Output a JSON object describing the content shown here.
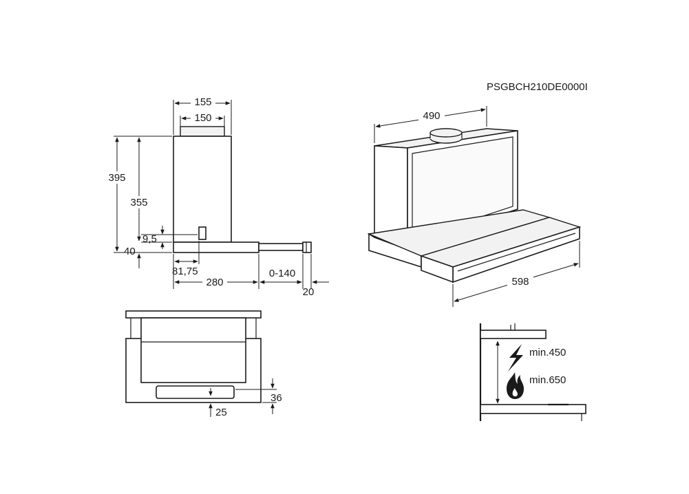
{
  "model_code": "PSGBCH210DE0000I",
  "side_view": {
    "width_outer": "155",
    "width_inner": "150",
    "height_total": "395",
    "height_body": "355",
    "offset_small": "9,5",
    "base_height": "40",
    "offset_front": "81,75",
    "depth": "280",
    "extension": "0-140",
    "handle": "20"
  },
  "front_view": {
    "gap": "36",
    "bottom": "25"
  },
  "iso_view": {
    "depth": "490",
    "width": "598"
  },
  "clearance": {
    "electric_min": "min.450",
    "gas_min": "min.650"
  },
  "icons": {
    "electric": "lightning-icon",
    "gas": "flame-icon"
  }
}
